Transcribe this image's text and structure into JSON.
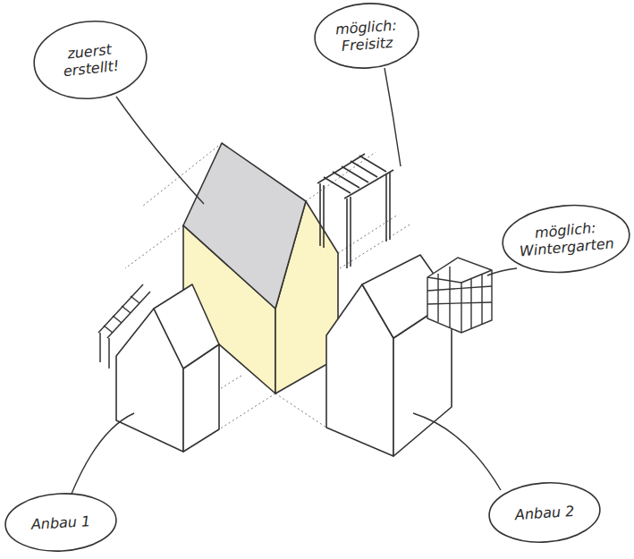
{
  "diagram": {
    "nodes": [
      {
        "text": [
          "zuerst erstellt!"
        ]
      },
      {
        "text": [
          "möglich: Freisitz"
        ]
      },
      {
        "text": [
          "möglich: Wintergarten"
        ]
      },
      {
        "text": [
          "Anbau 1"
        ]
      },
      {
        "text": [
          "Anbau 2"
        ]
      }
    ]
  }
}
